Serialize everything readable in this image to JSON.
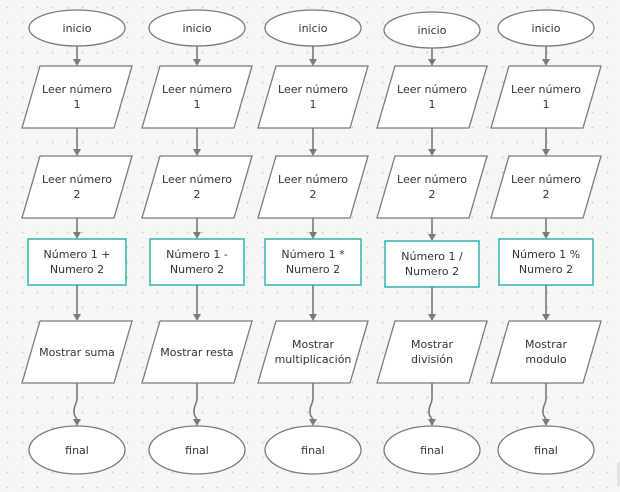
{
  "colors": {
    "shape_stroke": "#7a7a7a",
    "shape_fill": "#ffffff",
    "process_stroke": "#3cb8b0",
    "connector": "#7a7a7a",
    "text": "#333333"
  },
  "flowcharts": [
    {
      "start": "inicio",
      "input1": "Leer número\n1",
      "input2": "Leer número\n2",
      "process": "Número 1 +\nNumero 2",
      "output": "Mostrar suma",
      "end": "final"
    },
    {
      "start": "inicio",
      "input1": "Leer número\n1",
      "input2": "Leer número\n2",
      "process": "Número 1 -\nNumero 2",
      "output": "Mostrar resta",
      "end": "final"
    },
    {
      "start": "inicio",
      "input1": "Leer número\n1",
      "input2": "Leer número\n2",
      "process": "Número 1 *\nNumero 2",
      "output": "Mostrar\nmultiplicación",
      "end": "final"
    },
    {
      "start": "inicio",
      "input1": "Leer número\n1",
      "input2": "Leer número\n2",
      "process": "Número 1 /\nNumero 2",
      "output": "Mostrar\ndivisión",
      "end": "final"
    },
    {
      "start": "inicio",
      "input1": "Leer número\n1",
      "input2": "Leer número\n2",
      "process": "Número 1 %\nNumero 2",
      "output": "Mostrar\nmodulo",
      "end": "final"
    }
  ]
}
